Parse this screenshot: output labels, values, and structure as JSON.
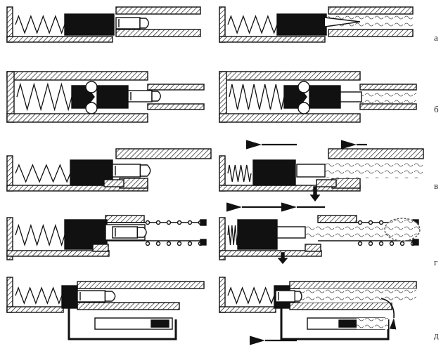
{
  "rows": [
    {
      "label": "а"
    },
    {
      "label": "б"
    },
    {
      "label": "в"
    },
    {
      "label": "г"
    },
    {
      "label": "д"
    }
  ],
  "colors": {
    "ink": "#111111",
    "paper": "#ffffff"
  }
}
